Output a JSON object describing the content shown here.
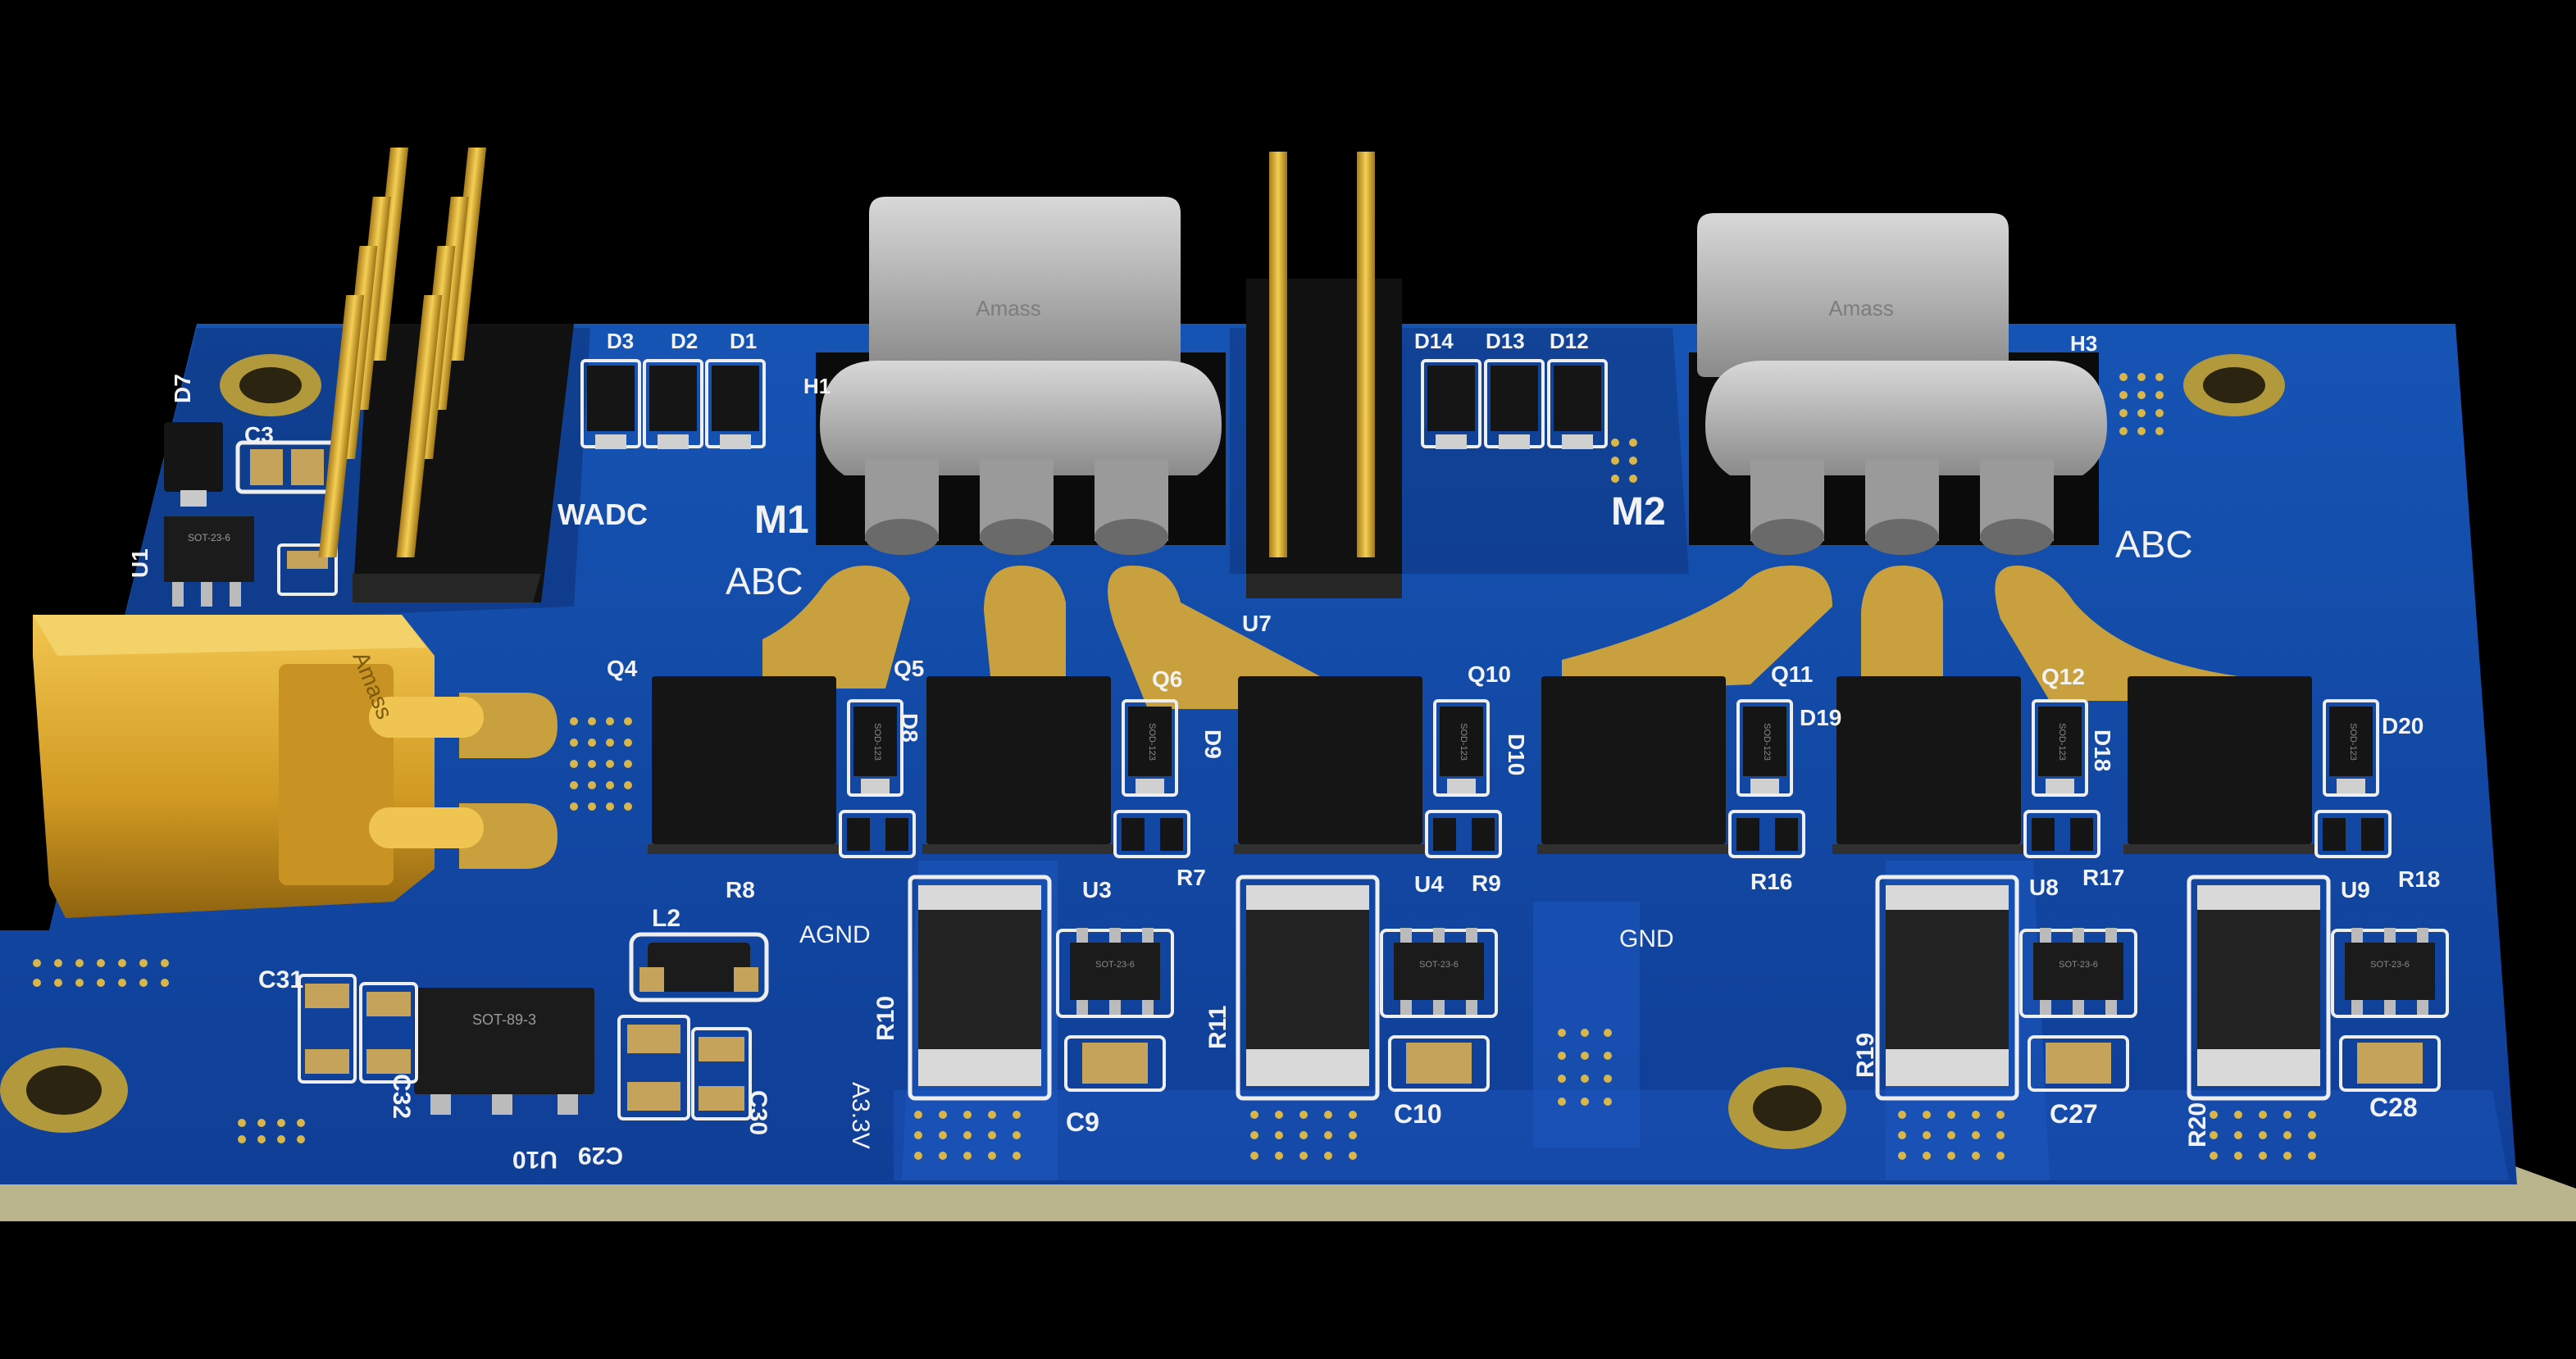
{
  "colors": {
    "background": "#000000",
    "board": "#12419a",
    "board_dark": "#0c2f74",
    "board_light": "#1c56bd",
    "board_edge": "#b9b48c",
    "copper": "#c9a03e",
    "silkscreen": "#f2f2f2",
    "chip": "#151515",
    "pin_gold": "#e1b336",
    "connector_metal": "#bdbdbd"
  },
  "pcb": {
    "motor_labels": {
      "m1": "M1",
      "m2": "M2"
    },
    "phase_labels": {
      "left": "ABC",
      "right": "ABC"
    },
    "net_labels": {
      "wadc": "WADC",
      "agnd": "AGND",
      "gnd": "GND",
      "a33v": "A3.3V"
    },
    "mount_holes": {
      "h1": "H1",
      "h3": "H3"
    },
    "connector_brand": "Amass",
    "designators": {
      "d7": "D7",
      "c3": "C3",
      "u1": "U1",
      "d3": "D3",
      "d2": "D2",
      "d1": "D1",
      "d14": "D14",
      "d13": "D13",
      "d12": "D12",
      "u7": "U7",
      "q4": "Q4",
      "q5": "Q5",
      "q6": "Q6",
      "q10": "Q10",
      "q11": "Q11",
      "q12": "Q12",
      "d8": "D8",
      "d9": "D9",
      "d10": "D10",
      "d19": "D19",
      "d18": "D18",
      "d20": "D20",
      "r8": "R8",
      "r7": "R7",
      "r9": "R9",
      "r16": "R16",
      "r17": "R17",
      "r18": "R18",
      "u3": "U3",
      "u4": "U4",
      "u8": "U8",
      "u9": "U9",
      "r10": "R10",
      "r11": "R11",
      "r19": "R19",
      "r20": "R20",
      "l2": "L2",
      "c31": "C31",
      "c32": "C32",
      "c29": "C29",
      "c30": "C30",
      "u10": "U10",
      "c9": "C9",
      "c10": "C10",
      "c27": "C27",
      "c28": "C28"
    },
    "packages": {
      "sot23": "SOT-23-6",
      "sot89": "SOT-89-3",
      "sod123": "SOD-123"
    }
  }
}
